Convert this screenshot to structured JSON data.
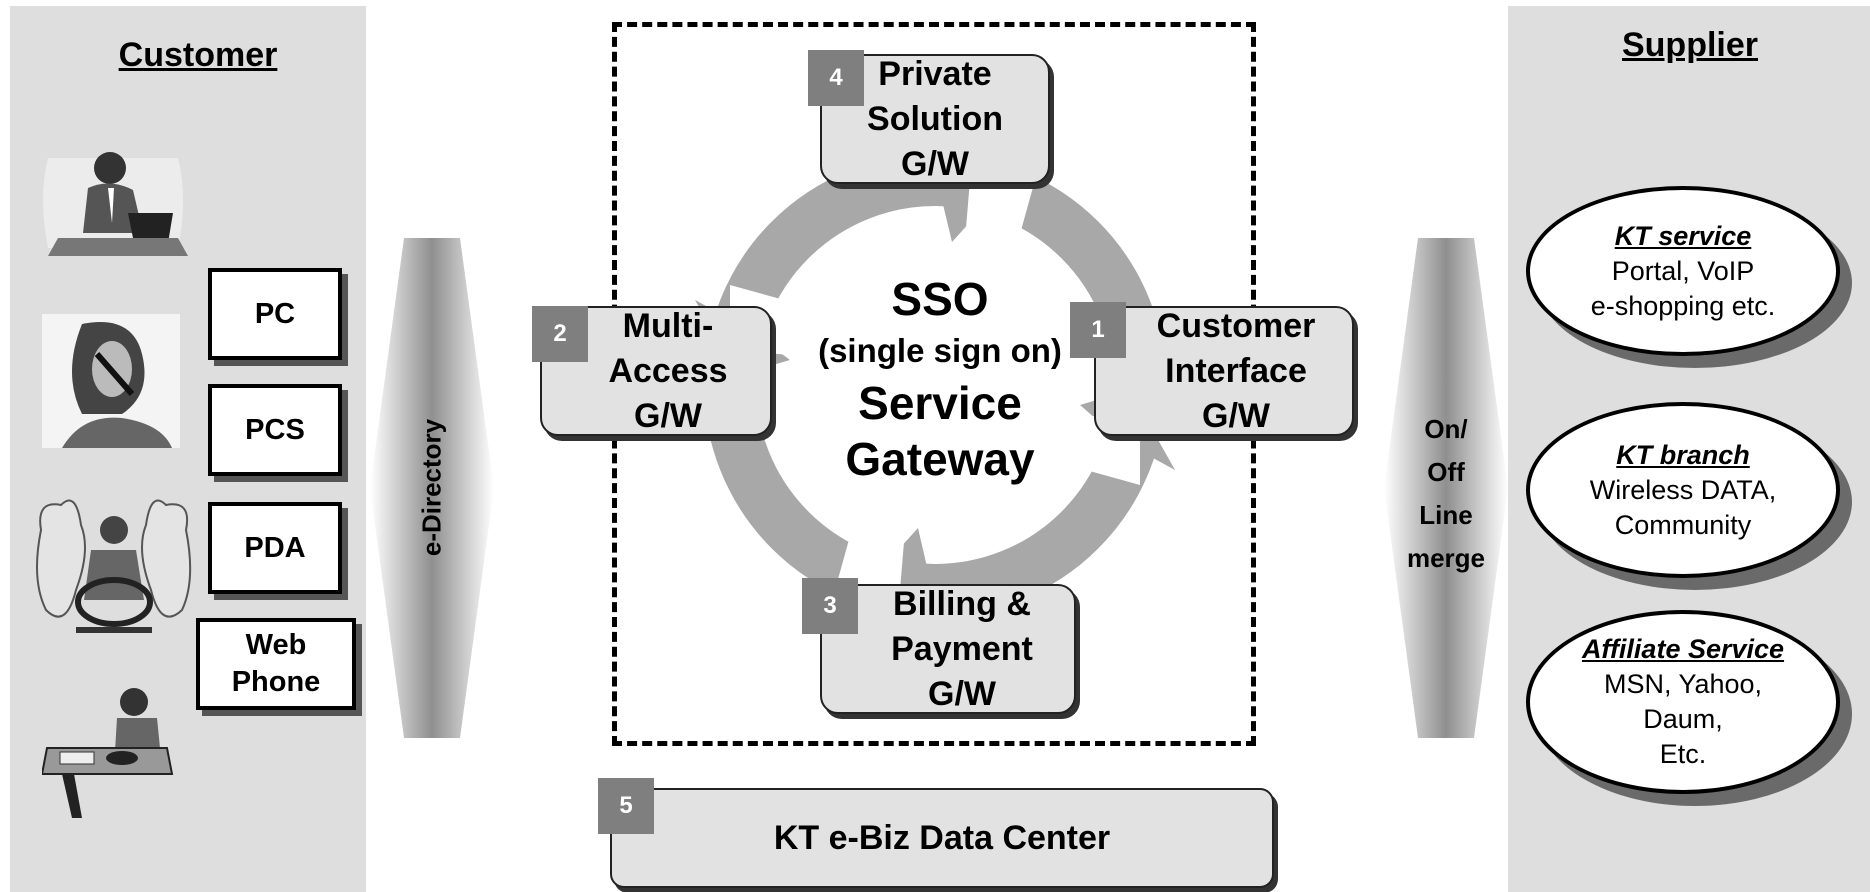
{
  "customer": {
    "title": "Customer",
    "devices": [
      "PC",
      "PCS",
      "PDA",
      "Web Phone"
    ]
  },
  "supplier": {
    "title": "Supplier",
    "services": [
      {
        "head": "KT service",
        "lines": [
          "Portal, VoIP",
          "e-shopping etc."
        ]
      },
      {
        "head": "KT branch",
        "lines": [
          "Wireless DATA,",
          "Community"
        ]
      },
      {
        "head": "Affiliate Service",
        "lines": [
          "MSN, Yahoo,",
          "Daum,",
          "Etc."
        ]
      }
    ]
  },
  "arrows": {
    "left_label": "e-Directory",
    "right_label": [
      "On/",
      "Off",
      "Line",
      "merge"
    ]
  },
  "center": {
    "line1": "SSO",
    "line2": "(single sign on)",
    "line3": "Service",
    "line4": "Gateway"
  },
  "gateways": {
    "g1": {
      "num": "1",
      "line1": "Customer",
      "line2": "Interface",
      "line3": "G/W"
    },
    "g2": {
      "num": "2",
      "line1": "Multi-",
      "line2": "Access",
      "line3": "G/W"
    },
    "g3": {
      "num": "3",
      "line1": "Billing &",
      "line2": "Payment",
      "line3": "G/W"
    },
    "g4": {
      "num": "4",
      "line1": "Private",
      "line2": "Solution",
      "line3": "G/W"
    }
  },
  "datacenter": {
    "num": "5",
    "label": "KT e-Biz Data Center"
  },
  "colors": {
    "panel": "#dedede",
    "gateway": "#e2e2e2",
    "number_box": "#7f7f7f",
    "ring": "#a8a8a8"
  },
  "icons": [
    "businessman-laptop-icon",
    "woman-phone-icon",
    "stressed-driver-icon",
    "man-desk-phone-icon"
  ]
}
